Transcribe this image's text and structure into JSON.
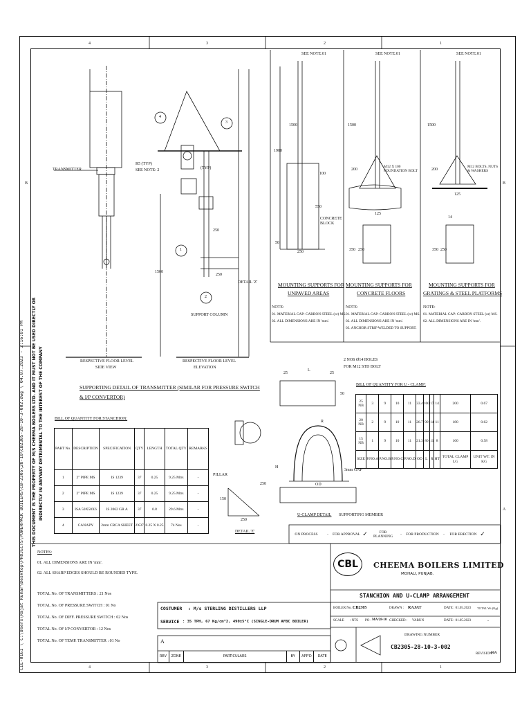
{
  "edge_text": "CIL-0161 \\ C:\\Users\\Rajat Kumar\\Desktop\\PROJECTS\\POWERPACK BOILERS\\CB-2305\\28-10\\CB2305-28-10-3-002.dwg \\ 04.07.2023 - 2:16:01 PM",
  "copyright_line1": "THIS DOCUMENT IS THE PROPERTY OF M/S CHEEMA BOILERS LTD. AND IT MUST NOT BE USED DIRECTLY OR",
  "copyright_line2": "INDIRECTLY IN ANYWAY DETRIMENTAL TO THE INTEREST OF THE COMPANY",
  "zone_cols": [
    "4",
    "3",
    "2",
    "1"
  ],
  "zone_rows": [
    "B",
    "A"
  ],
  "transmitter": {
    "transmitter_label": "TRANSMITTER",
    "r5": "R5 (TYP)",
    "see_note2": "SEE NOTE: 2",
    "typ": "(TYP)",
    "balloons": [
      "1",
      "2",
      "3",
      "4"
    ],
    "dim_250a": "250",
    "dim_250b": "250",
    "dim_1500": "1500",
    "detail_z": "DETAIL 'Z'",
    "support_column": "SUPPORT COLUMN",
    "floor_side": "RESPECTIVE FLOOR LEVEL",
    "side_view": "SIDE VIEW",
    "floor_elev": "RESPECTIVE FLOOR LEVEL",
    "elevation": "ELEVATION",
    "heading_line1": "SUPPORTING DETAIL OF TRANSMITTER (SIMILAR FOR PRESSURE SWITCH",
    "heading_line2": "& I/P CONVERTOR)"
  },
  "mounting": [
    {
      "see_note": "SEE NOTE:01",
      "dims": [
        "1500",
        "1900",
        "100",
        "550",
        "50",
        "250"
      ],
      "extra_label": "CONCRETE BLOCK",
      "title_line1": "MOUNTING SUPPORTS FOR",
      "title_line2": "UNPAVED AREAS",
      "note_head": "NOTE:",
      "notes": [
        "01. MATERIAL CAP: CARBON STEEL (or) MS.",
        "02. ALL DIMENSIONS ARE IN 'mm'."
      ]
    },
    {
      "see_note": "SEE NOTE:01",
      "dims": [
        "1500",
        "200",
        "125",
        "350",
        "250"
      ],
      "extra_label": "M12 X 100 FOUNDATION BOLT",
      "title_line1": "MOUNTING SUPPORTS FOR",
      "title_line2": "CONCRETE FLOORS",
      "note_head": "NOTE:",
      "notes": [
        "01. MATERIAL CAP: CARBON STEEL (or) MS.",
        "02. ALL DIMENSIONS ARE IN 'mm'.",
        "03. ANCHOR STRIP WELDED TO SUPPORT."
      ]
    },
    {
      "see_note": "SEE NOTE:01",
      "dims": [
        "1500",
        "200",
        "125",
        "14",
        "350",
        "250"
      ],
      "extra_label": "M12 BOLTS, NUTS & WASHERS",
      "title_line1": "MOUNTING SUPPORTS FOR",
      "title_line2": "GRATINGS & STEEL PLATFORMS",
      "note_head": "NOTE:",
      "notes": [
        "01. MATERIAL CAP: CARBON STEEL (or) MS.",
        "02. ALL DIMENSIONS ARE IN 'mm'."
      ]
    }
  ],
  "uclamp": {
    "holes": "2 NOS Ø14 HOLES",
    "bolt": "FOR M12 STD BOLT",
    "dim_25a": "25",
    "dim_l": "L",
    "dim_25b": "25",
    "dim_50": "50",
    "r": "R",
    "h": "H",
    "od": "OD",
    "gap": "3mm GAP",
    "detail": "U-CLAMP DETAIL",
    "supporting_member": "SUPPORTING MEMBER",
    "bq_title": "BILL OF QUANTITY FOR U - CLAMP:",
    "rows": [
      [
        "25 NB",
        "3",
        "9",
        "10",
        "11",
        "33.4",
        "100",
        "17",
        "14",
        "200",
        "0.67"
      ],
      [
        "20 NB",
        "2",
        "9",
        "10",
        "11",
        "26.7",
        "90",
        "14",
        "11",
        "180",
        "0.62"
      ],
      [
        "15 NB",
        "1",
        "9",
        "10",
        "11",
        "21.3",
        "80",
        "11",
        "8",
        "160",
        "0.58"
      ]
    ],
    "header": [
      "SIZE",
      "P.NO.A",
      "P.NO.B",
      "P.NO.C",
      "P.NO.D",
      "OD",
      "L",
      "R",
      "HT",
      "TOTAL CLAMP LG",
      "UNIT WT. IN KG"
    ]
  },
  "stanchion_bq": {
    "title": "BILL OF QUANTITY FOR STANCHION:",
    "header": [
      "PART No.",
      "DESCRIPTION",
      "SPECIFICATION",
      "QTY",
      "LENGTH",
      "TOTAL QTY",
      "REMARKS"
    ],
    "rows": [
      [
        "1",
        "2\" PIPE MS",
        "IS 1239",
        "37",
        "0.25",
        "9.25 Mtrs",
        "-"
      ],
      [
        "2",
        "2\" PIPE MS",
        "IS 1239",
        "37",
        "0.25",
        "9.25 Mtrs",
        "-"
      ],
      [
        "3",
        "ISA 50X50X6",
        "IS 2062 GR A",
        "37",
        "0.8",
        "29.6 Mtrs",
        "-"
      ],
      [
        "4",
        "CANAPY",
        "2mm CRCA SHEET",
        "2X37",
        "0.25 X 0.25",
        "74 Nos",
        "-"
      ]
    ]
  },
  "detail_z": {
    "pillar": "PILLAR",
    "dim_150": "150",
    "dim_250v": "250",
    "dim_250h": "250",
    "label": "DETAIL 'Z'"
  },
  "status": {
    "items": [
      {
        "label": "ON PROCESS",
        "mark": "-"
      },
      {
        "label": "FOR APPROVAL",
        "mark": "✓"
      },
      {
        "label": "FOR PLANNING",
        "mark": "-"
      },
      {
        "label": "FOR PRODUCTION",
        "mark": "-"
      },
      {
        "label": "FOR ERECTION",
        "mark": "✓"
      }
    ]
  },
  "notes": {
    "head": "NOTES:",
    "items": [
      "01. ALL DIMENSIONS ARE IN 'mm'.",
      "02. ALL SHARP EDGES SHOULD BE ROUNDED TYPE."
    ]
  },
  "totals": [
    "TOTAL No. OF TRANSMITTERS      : 21 Nos",
    "TOTAL No. OF PRESSURE SWITCH   : 01 No",
    "TOTAL No. OF DIFF. PRESSURE SWITCH   : 02 Nos",
    "TOTAL No. OF I/P CONVERTOR   : 12 Nos",
    "TOTAL No. OF TEMP. TRANSMITTER   : 01 No"
  ],
  "customer": {
    "customer_label": "COSTUMER",
    "customer_value": ":  M/s STERLING DISTILLERS LLP",
    "service_label": "SERVICE",
    "service_value": ":  35 TPH, 67 Kg/cm^2, 490±5°C (SINGLE-DRUM AFBC BOILER)"
  },
  "revision": {
    "a": "A",
    "headers": [
      "REV",
      "ZONE",
      "PARTICULARS",
      "BY",
      "APP'D",
      "DATE"
    ]
  },
  "company": {
    "logo": "CBL",
    "name": "CHEEMA BOILERS LIMITED",
    "place": "MOHALI, PUNJAB."
  },
  "title_block": {
    "title": "STANCHION AND U-CLAMP ARRANGEMENT",
    "boiler_no_label": "BOILER No. :",
    "boiler_no": "CB2305",
    "drawn_label": "DRAWN  :",
    "drawn": "RAJAT",
    "date_label1": "DATE",
    "date1": ": 01.05.2023",
    "total_wt_label": "TOTAL Wt.(Kg)",
    "scale_label": "SCALE",
    "scale": ": NTS",
    "po_label": "PO -",
    "po": "MA/28-10",
    "checked_label": "CHECKED :",
    "checked": "VARUN",
    "date_label2": "DATE",
    "date2": ": 01.05.2023",
    "total_wt": "-",
    "drawing_number_label": "DRAWING NUMBER",
    "drawing_number": "CB2305-28-10-3-002",
    "revision_label": "REVISION",
    "revision": "00A"
  }
}
